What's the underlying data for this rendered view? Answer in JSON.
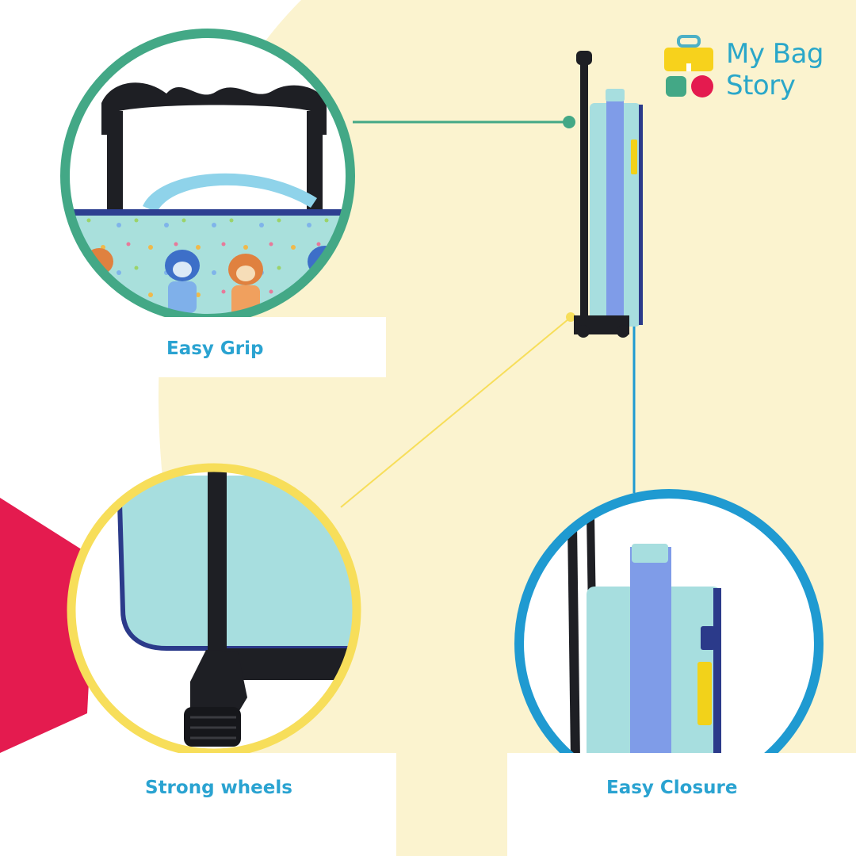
{
  "brand": {
    "line1": "My Bag",
    "line2": "Story",
    "icon": "suitcase-logo-icon"
  },
  "features": [
    {
      "label": "Easy Grip",
      "ring_color": "#43a886"
    },
    {
      "label": "Strong wheels",
      "ring_color": "#f7de5a"
    },
    {
      "label": "Easy Closure",
      "ring_color": "#1f9ad1"
    }
  ],
  "colors": {
    "label_text": "#2aa3d1",
    "background_blob": "#fbf3cf",
    "accent_red": "#e41b4f",
    "suitcase_body": "#a7dedf",
    "suitcase_trim": "#7f9ce8",
    "zipper_pull": "#f2d21a"
  }
}
